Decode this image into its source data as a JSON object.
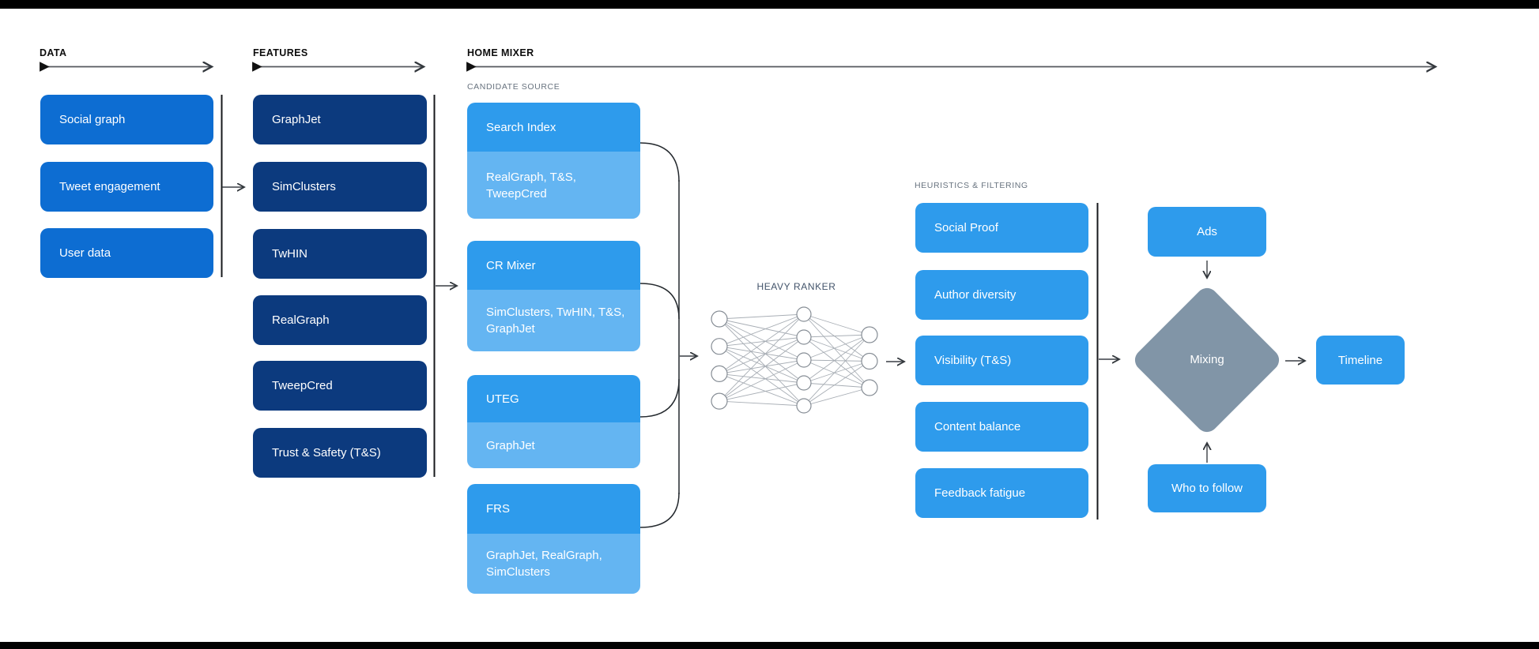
{
  "colors": {
    "data_box_blue": "#0d6dd2",
    "features_navy": "#0c3a7e",
    "bright_blue": "#2e9bec",
    "light_blue": "#64b5f2",
    "mixing_gray": "#8195a7",
    "background": "#ffffff",
    "frame_bars": "#000000"
  },
  "sections": {
    "data": {
      "label": "DATA",
      "items": [
        "Social graph",
        "Tweet engagement",
        "User data"
      ]
    },
    "features": {
      "label": "FEATURES",
      "items": [
        "GraphJet",
        "SimClusters",
        "TwHIN",
        "RealGraph",
        "TweepCred",
        "Trust & Safety (T&S)"
      ]
    },
    "home_mixer": {
      "label": "HOME MIXER",
      "candidate_source": {
        "label": "CANDIDATE SOURCE",
        "items": [
          {
            "name": "Search Index",
            "uses": "RealGraph, T&S, TweepCred"
          },
          {
            "name": "CR Mixer",
            "uses": "SimClusters, TwHIN, T&S, GraphJet"
          },
          {
            "name": "UTEG",
            "uses": "GraphJet"
          },
          {
            "name": "FRS",
            "uses": "GraphJet, RealGraph, SimClusters"
          }
        ]
      },
      "heavy_ranker": {
        "label": "HEAVY RANKER",
        "network": {
          "input_nodes": 4,
          "hidden_nodes": 5,
          "output_nodes": 3
        }
      },
      "heuristics": {
        "label": "HEURISTICS & FILTERING",
        "items": [
          "Social Proof",
          "Author diversity",
          "Visibility (T&S)",
          "Content balance",
          "Feedback fatigue"
        ]
      },
      "mixing": {
        "label": "Mixing",
        "ads": "Ads",
        "who_to_follow": "Who to follow",
        "timeline": "Timeline"
      }
    }
  }
}
